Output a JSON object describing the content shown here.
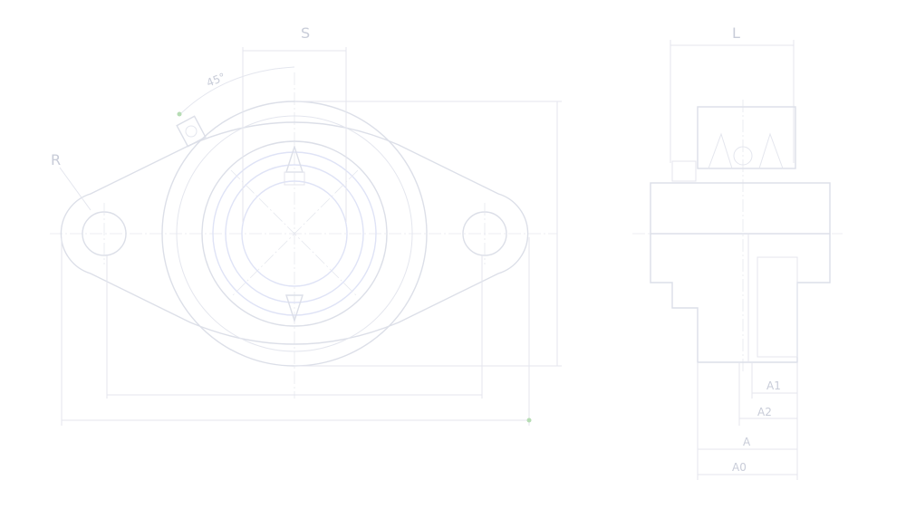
{
  "drawing": {
    "front_view": {
      "label_s": "S",
      "label_r": "R",
      "label_angle": "45°"
    },
    "side_view": {
      "label_l": "L",
      "label_a1": "A1",
      "label_a2": "A2",
      "label_a": "A",
      "label_a0": "A0"
    }
  }
}
